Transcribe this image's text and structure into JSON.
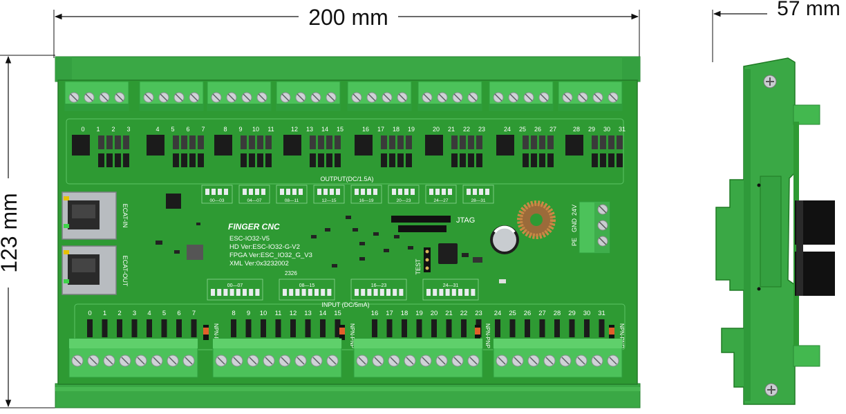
{
  "dimensions": {
    "width_label": "200 mm",
    "height_label": "123 mm",
    "depth_label": "57 mm"
  },
  "board": {
    "output_pins": [
      "0",
      "1",
      "2",
      "3",
      "4",
      "5",
      "6",
      "7",
      "8",
      "9",
      "10",
      "11",
      "12",
      "13",
      "14",
      "15",
      "16",
      "17",
      "18",
      "19",
      "20",
      "21",
      "22",
      "23",
      "24",
      "25",
      "26",
      "27",
      "28",
      "29",
      "30",
      "31"
    ],
    "input_pins": [
      "0",
      "1",
      "2",
      "3",
      "4",
      "5",
      "6",
      "7",
      "8",
      "9",
      "10",
      "11",
      "12",
      "13",
      "14",
      "15",
      "16",
      "17",
      "18",
      "19",
      "20",
      "21",
      "22",
      "23",
      "24",
      "25",
      "26",
      "27",
      "28",
      "29",
      "30",
      "31"
    ],
    "output_label": "OUTPUT(DC/1.5A)",
    "input_label": "INPUT (DC/5mA)",
    "output_leds": [
      "00—03",
      "04—07",
      "08—11",
      "12—15",
      "16—19",
      "20—23",
      "24—27",
      "28—31"
    ],
    "input_leds": [
      "00—07",
      "08—15",
      "16—23",
      "24—31"
    ],
    "brand": "FINGER CNC",
    "model": "ESC-IO32-V5",
    "hd_ver": "HD Ver:ESC-IO32-G-V2",
    "fpga_ver": "FPGA Ver:ESC_IO32_G_V3",
    "xml_ver": "XML Ver:0x3232002",
    "ecat_in": "ECAT-IN",
    "ecat_out": "ECAT-OUT",
    "jtag": "JTAG",
    "test": "TEST",
    "npn_pnp": "NPN-PNP",
    "power_terms": [
      "PE",
      "GND",
      "24V"
    ],
    "date_code": "2326"
  },
  "colors": {
    "pcb": "#2e9a33",
    "pcb_dark": "#1f7a24",
    "terminal": "#4cc25a",
    "terminal_dark": "#2f9d3c",
    "rail": "#3aa845",
    "ic": "#1b1b1b"
  }
}
